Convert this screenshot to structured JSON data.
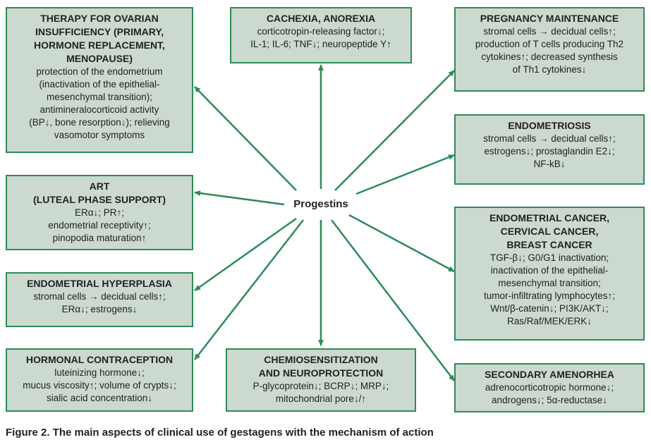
{
  "center_label": "Progestins",
  "caption": "Figure 2. The main aspects of clinical use of gestagens with the mechanism of action",
  "colors": {
    "arrow": "#2e8b57",
    "box_fill": "#ccd9cf",
    "box_border": "#2e8b57"
  },
  "boxes": [
    {
      "id": "therapy-ovarian",
      "title": [
        "THERAPY FOR OVARIAN",
        "INSUFFICIENCY (PRIMARY,",
        "HORMONE REPLACEMENT,",
        "MENOPAUSE)"
      ],
      "lines": [
        "protection of the endometrium",
        "(inactivation of the epithelial-",
        "mesenchymal transition);",
        "antimineralocorticoid activity",
        "(BP↓, bone resorption↓); relieving",
        "vasomotor symptoms"
      ]
    },
    {
      "id": "cachexia",
      "title": [
        "CACHEXIA, ANOREXIA"
      ],
      "lines": [
        "corticotropin-releasing factor↓;",
        "IL-1; IL-6; TNF↓; neuropeptide Y↑"
      ]
    },
    {
      "id": "pregnancy",
      "title": [
        "PREGNANCY MAINTENANCE"
      ],
      "lines": [
        "stromal cells → decidual cells↑;",
        "production of T cells producing Th2",
        "cytokines↑; decreased synthesis",
        "of Th1 cytokines↓"
      ]
    },
    {
      "id": "endometriosis",
      "title": [
        "ENDOMETRIOSIS"
      ],
      "lines": [
        "stromal cells → decidual cells↑;",
        "estrogens↓; prostaglandin E2↓;",
        "NF-kB↓"
      ]
    },
    {
      "id": "art",
      "title": [
        "ART",
        "(LUTEAL PHASE SUPPORT)"
      ],
      "lines": [
        "ERα↓; PR↑;",
        "endometrial receptivity↑;",
        "pinopodia maturation↑"
      ]
    },
    {
      "id": "cancer",
      "title": [
        "ENDOMETRIAL CANCER,",
        "CERVICAL CANCER,",
        "BREAST CANCER"
      ],
      "lines": [
        "TGF-β↓; G0/G1 inactivation;",
        "inactivation of the epithelial-",
        "mesenchymal transition;",
        "tumor-infiltrating lymphocytes↑;",
        "Wnt/β-catenin↓; PI3K/AKT↓;",
        "Ras/Raf/MEK/ERK↓"
      ]
    },
    {
      "id": "hyperplasia",
      "title": [
        "ENDOMETRIAL HYPERPLASIA"
      ],
      "lines": [
        "stromal cells → decidual cells↑;",
        "ERα↓; estrogens↓"
      ]
    },
    {
      "id": "contraception",
      "title": [
        "HORMONAL CONTRACEPTION"
      ],
      "lines": [
        "luteinizing hormone↓;",
        "mucus viscosity↑; volume of crypts↓;",
        "sialic acid concentration↓"
      ]
    },
    {
      "id": "chemo",
      "title": [
        "CHEMIOSENSITIZATION",
        "AND NEUROPROTECTION"
      ],
      "lines": [
        "P-glycoprotein↓; BCRP↓; MRP↓;",
        "mitochondrial pore↓/↑"
      ]
    },
    {
      "id": "amenorrhea",
      "title": [
        "SECONDARY AMENORHEA"
      ],
      "lines": [
        "adrenocorticotropic hormone↓;",
        "androgens↓; 5α-reductase↓"
      ]
    }
  ]
}
